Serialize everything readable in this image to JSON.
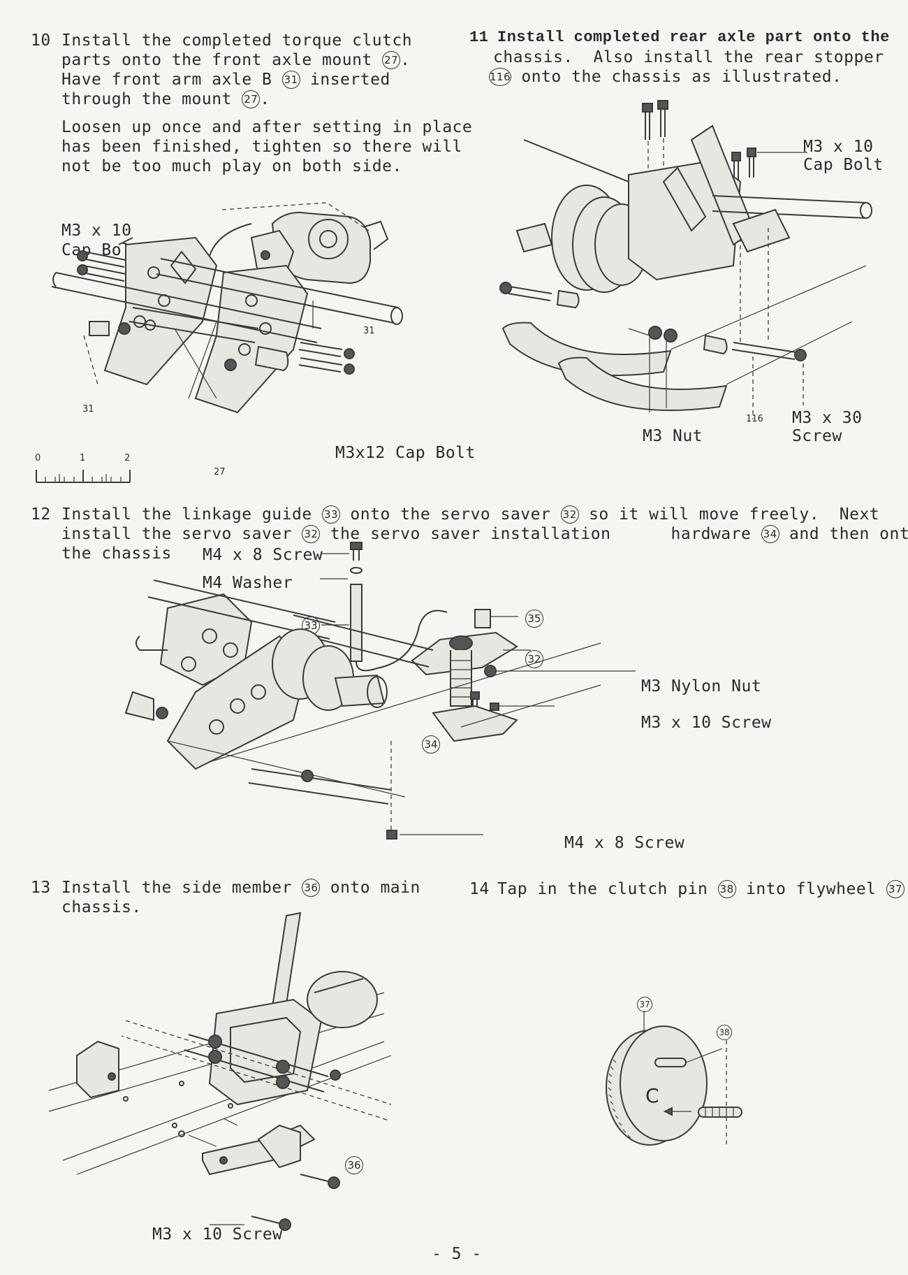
{
  "steps": {
    "s10": {
      "number": "10",
      "line1": "Install the completed torque clutch",
      "line2": "parts onto the front axle mount",
      "line2_ref": "27",
      "line3a": "Have front arm axle B",
      "line3_ref": "31",
      "line3b": "inserted",
      "line4": "through the mount",
      "line4_ref": "27",
      "note1": "Loosen up once and after setting in place",
      "note2": "has been finished, tighten so there will",
      "note3": "not be too much play on both side.",
      "label_bolt_top_1": "M3 x 10",
      "label_bolt_top_2": "Cap Bolt",
      "label_bolt_bottom": "M3x12 Cap Bolt",
      "ref_31a": "31",
      "ref_31b": "31",
      "ref_27": "27",
      "scale_0": "0",
      "scale_1": "1",
      "scale_2": "2"
    },
    "s11": {
      "number": "11",
      "line1": "Install completed rear axle part onto the",
      "line2": "chassis.  Also install the rear stopper",
      "line3_ref": "116",
      "line3": "onto the chassis as illustrated.",
      "label_bolt_1": "M3 x 10",
      "label_bolt_2": "Cap Bolt",
      "label_nut": "M3 Nut",
      "label_screw_1": "M3 x 30",
      "label_screw_2": "Screw",
      "ref_116": "116"
    },
    "s12": {
      "number": "12",
      "line1a": "Install the linkage guide",
      "line1_ref": "33",
      "line1b": "onto the servo saver",
      "line1_ref2": "32",
      "line1c": "so it will move freely.  Next",
      "line2a": "install the servo saver",
      "line2_ref": "32",
      "line2b": "the servo saver installation",
      "line2c": "hardware",
      "line2_ref2": "34",
      "line2d": "and then onto",
      "line3": "the chassis",
      "label_screw_top": "M4 x 8 Screw",
      "label_washer": "M4 Washer",
      "label_nylon_nut": "M3 Nylon Nut",
      "label_m3_screw": "M3 x 10 Screw",
      "label_screw_bottom": "M4 x 8 Screw",
      "ref_33": "33",
      "ref_35": "35",
      "ref_32": "32",
      "ref_34": "34"
    },
    "s13": {
      "number": "13",
      "line1a": "Install the side member",
      "line1_ref": "36",
      "line1b": "onto main",
      "line2": "chassis.",
      "label_screw": "M3 x 10 Screw",
      "ref_36": "36"
    },
    "s14": {
      "number": "14",
      "line1a": "Tap in the clutch pin",
      "line1_ref": "38",
      "line1b": "into flywheel",
      "line1_ref2": "37",
      "ref_37": "37",
      "ref_38": "38",
      "flywheel_mark": "C"
    }
  },
  "page_number": "- 5 -"
}
